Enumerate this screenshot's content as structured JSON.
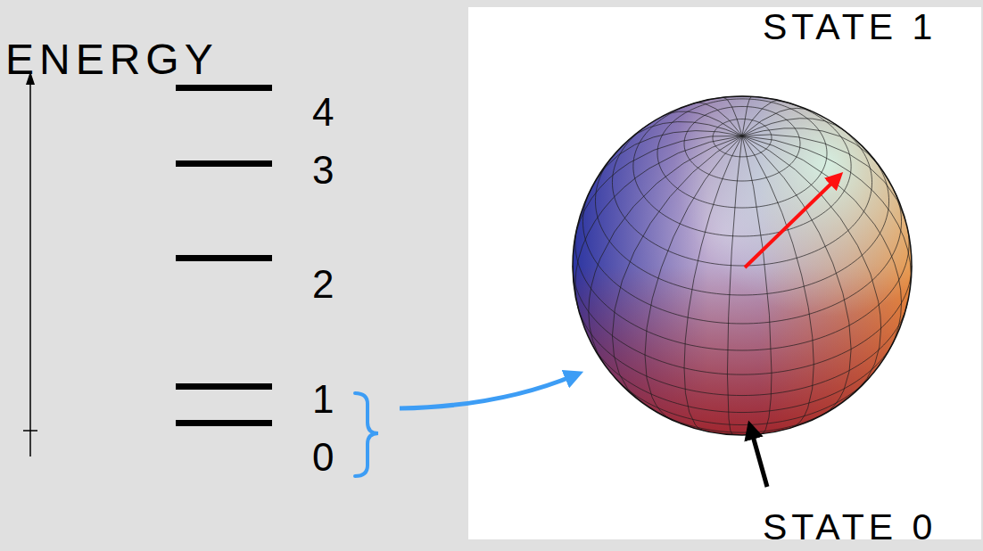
{
  "diagram": {
    "labels": [
      "ENERGY",
      "4",
      "3",
      "2",
      "1",
      "0",
      "STATE 1",
      "STATE 0"
    ]
  }
}
